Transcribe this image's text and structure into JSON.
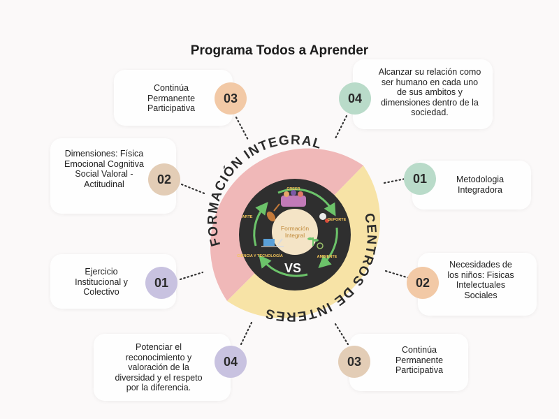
{
  "title": "Programa Todos a Aprender",
  "arc_labels": {
    "left": "FORMACIÓN INTEGRAL",
    "right": "CENTROS DE INTERES"
  },
  "center": {
    "vs": "VS",
    "core": "Formación Integral",
    "cycle": [
      "CREER",
      "DEPORTE",
      "AMBIENTE",
      "CIENCIA Y TECNOLOGÍA",
      "ARTE"
    ]
  },
  "left_items": [
    {
      "num": "03",
      "text": "Continúa Permanente Participativa"
    },
    {
      "num": "02",
      "text": "Dimensiones: Física Emocional Cognitiva Social Valoral - Actitudinal"
    },
    {
      "num": "01",
      "text": "Ejercicio Institucional y Colectivo"
    },
    {
      "num": "04",
      "text": "Potenciar el reconocimiento y valoración de la diversidad y el respeto por la diferencia."
    }
  ],
  "right_items": [
    {
      "num": "04",
      "text": "Alcanzar su relación como ser humano en cada uno de sus ambitos y dimensiones dentro de la sociedad."
    },
    {
      "num": "01",
      "text": "Metodologia Integradora"
    },
    {
      "num": "02",
      "text": "Necesidades de los niños: Fisicas Intelectuales Sociales"
    },
    {
      "num": "03",
      "text": "Continúa Permanente Participativa"
    }
  ],
  "colors": {
    "pink": "#f0b8b8",
    "yellow": "#f7e3a6",
    "dark": "#2f2f2f",
    "badge_orange": "#f2c9a6",
    "badge_green": "#b9dbc9",
    "badge_tan": "#e3cdb6",
    "badge_purple": "#c8c2e0"
  }
}
